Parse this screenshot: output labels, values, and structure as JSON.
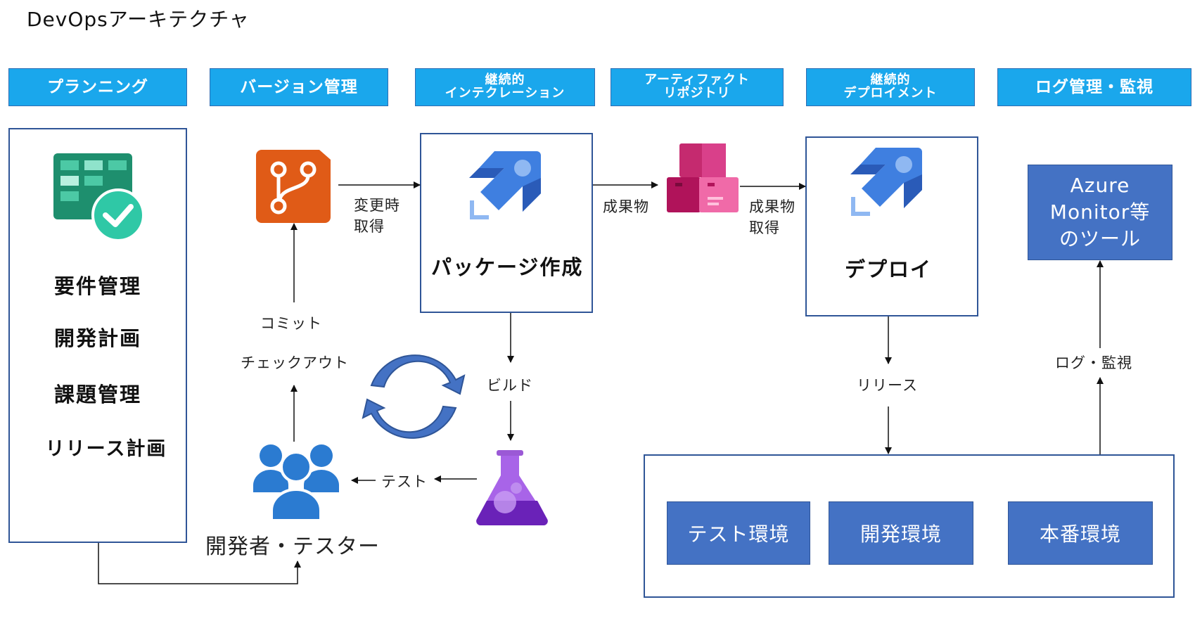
{
  "title": "DevOpsアーキテクチャ",
  "headers": {
    "planning": "プランニング",
    "version": "バージョン管理",
    "ci_line1": "継続的",
    "ci_line2": "インテクレーション",
    "artifact_line1": "アーティファクト",
    "artifact_line2": "リポジトリ",
    "cd_line1": "継続的",
    "cd_line2": "デプロイメント",
    "logging": "ログ管理・監視"
  },
  "planning_items": [
    "要件管理",
    "開発計画",
    "課題管理",
    "リリース計画"
  ],
  "labels": {
    "fetch_changes_1": "変更時",
    "fetch_changes_2": "取得",
    "artifact_1": "成果物",
    "artifact_fetch_1": "成果物",
    "artifact_fetch_2": "取得",
    "commit": "コミット",
    "checkout": "チェックアウト",
    "build": "ビルド",
    "test": "テスト",
    "developers": "開発者・テスター",
    "release": "リリース",
    "log_monitor": "ログ・監視"
  },
  "package": "パッケージ作成",
  "deploy": "デプロイ",
  "monitor": {
    "line1": "Azure",
    "line2": "Monitor等",
    "line3": "のツール"
  },
  "environments": [
    "テスト環境",
    "開発環境",
    "本番環境"
  ],
  "colors": {
    "header_bg": "#1aa7ec",
    "box_border": "#2f5597",
    "env_bg": "#4472c4"
  }
}
